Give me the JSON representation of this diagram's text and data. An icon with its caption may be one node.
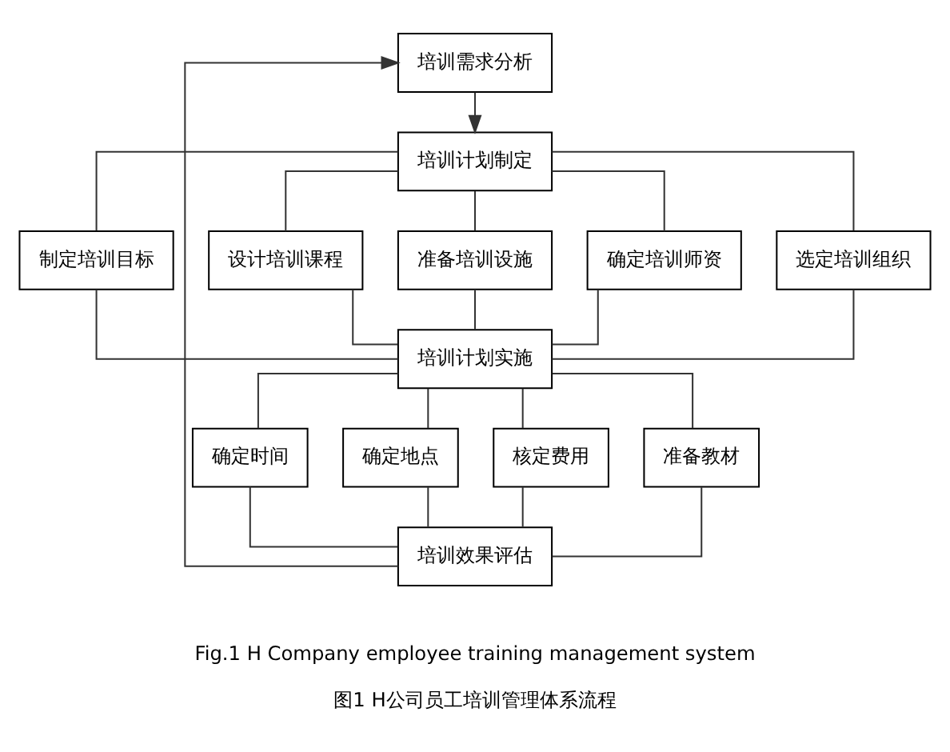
{
  "diagram": {
    "caption": "图1 H公司员工培训管理体系流程",
    "nodes": [
      {
        "text": [
          "培训需求分析"
        ]
      },
      {
        "text": [
          "培训计划制定"
        ]
      },
      {
        "text": [
          "制定培训目标"
        ]
      },
      {
        "text": [
          "设计培训课程"
        ]
      },
      {
        "text": [
          "准备培训设施"
        ]
      },
      {
        "text": [
          "确定培训师资"
        ]
      },
      {
        "text": [
          "选定培训组织"
        ]
      },
      {
        "text": [
          "培训计划实施"
        ]
      },
      {
        "text": [
          "确定时间"
        ]
      },
      {
        "text": [
          "确定地点"
        ]
      },
      {
        "text": [
          "核定费用"
        ]
      },
      {
        "text": [
          "准备教材"
        ]
      },
      {
        "text": [
          "培训效果评估"
        ]
      }
    ],
    "edges": [
      {
        "from": 0,
        "to": 1,
        "arrow": "to"
      },
      {
        "from": 1,
        "to": 2,
        "arrow": "none"
      },
      {
        "from": 1,
        "to": 3,
        "arrow": "none"
      },
      {
        "from": 1,
        "to": 4,
        "arrow": "none"
      },
      {
        "from": 1,
        "to": 5,
        "arrow": "none"
      },
      {
        "from": 1,
        "to": 6,
        "arrow": "none"
      },
      {
        "from": 2,
        "to": 7,
        "arrow": "none"
      },
      {
        "from": 3,
        "to": 7,
        "arrow": "none"
      },
      {
        "from": 4,
        "to": 7,
        "arrow": "none"
      },
      {
        "from": 5,
        "to": 7,
        "arrow": "none"
      },
      {
        "from": 6,
        "to": 7,
        "arrow": "none"
      },
      {
        "from": 7,
        "to": 8,
        "arrow": "none"
      },
      {
        "from": 7,
        "to": 9,
        "arrow": "none"
      },
      {
        "from": 7,
        "to": 10,
        "arrow": "none"
      },
      {
        "from": 7,
        "to": 11,
        "arrow": "none"
      },
      {
        "from": 8,
        "to": 12,
        "arrow": "none"
      },
      {
        "from": 9,
        "to": 12,
        "arrow": "none"
      },
      {
        "from": 10,
        "to": 12,
        "arrow": "none"
      },
      {
        "from": 11,
        "to": 12,
        "arrow": "none"
      },
      {
        "from": 12,
        "to": 0,
        "arrow": "to"
      }
    ],
    "labels": [
      "Fig.1 H Company employee training management system"
    ]
  }
}
